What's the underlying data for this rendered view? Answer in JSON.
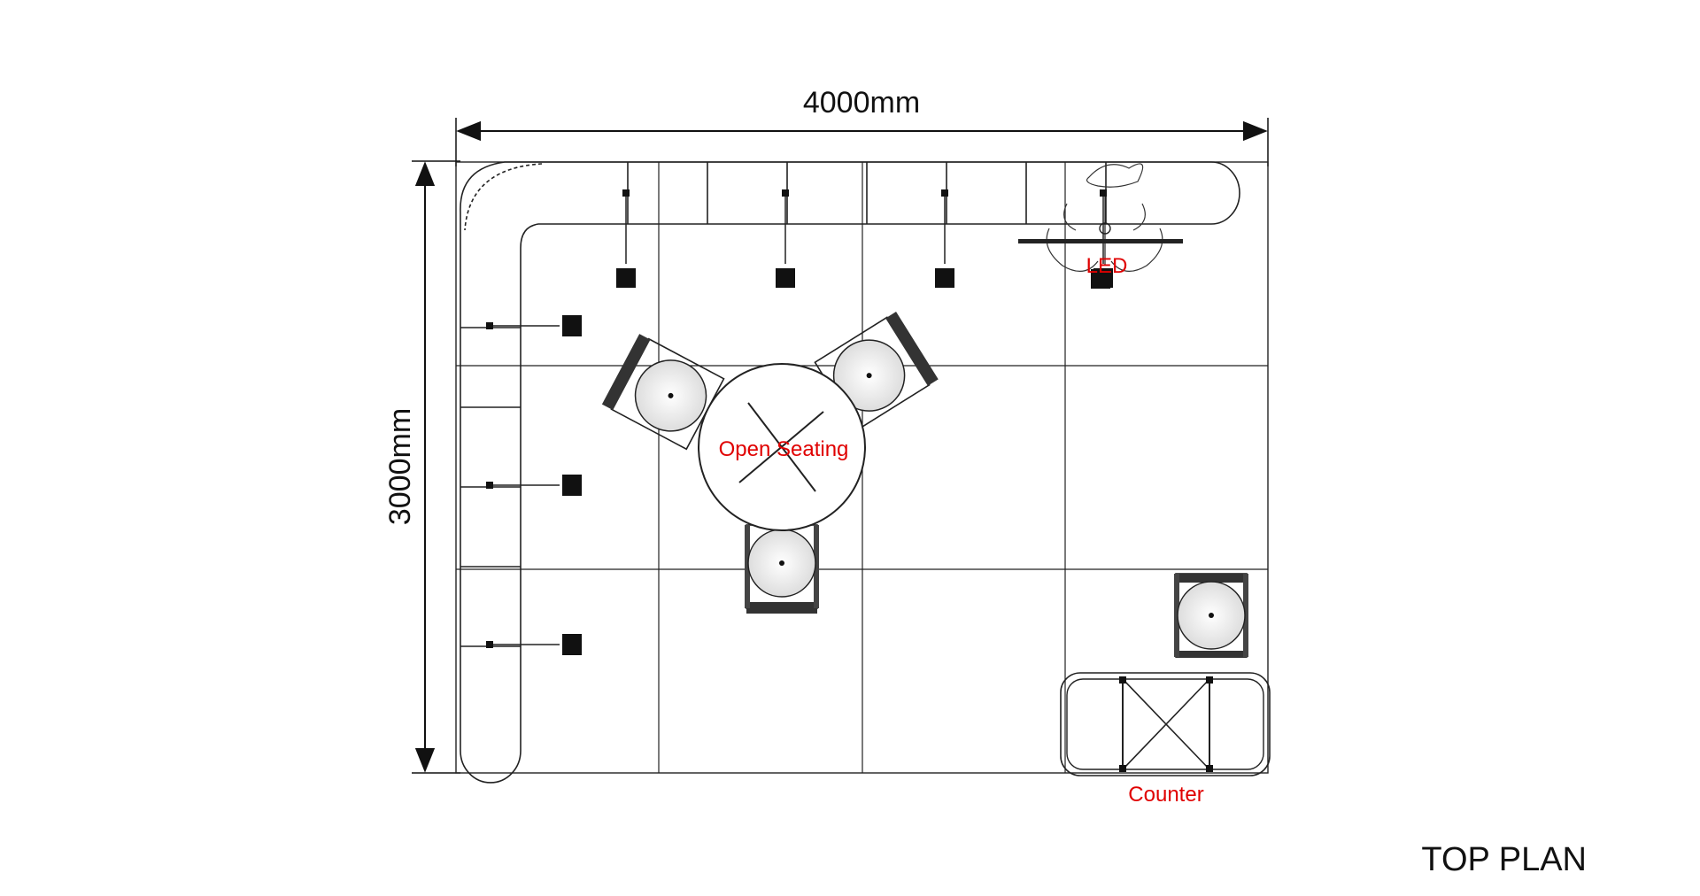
{
  "dimensions": {
    "width_label": "4000mm",
    "height_label": "3000mm"
  },
  "labels": {
    "led": "LED",
    "open_seating": "Open Seating",
    "counter": "Counter"
  },
  "caption": "TOP PLAN",
  "colors": {
    "line": "#222222",
    "label_red": "#e00000",
    "fixture": "#111111"
  }
}
